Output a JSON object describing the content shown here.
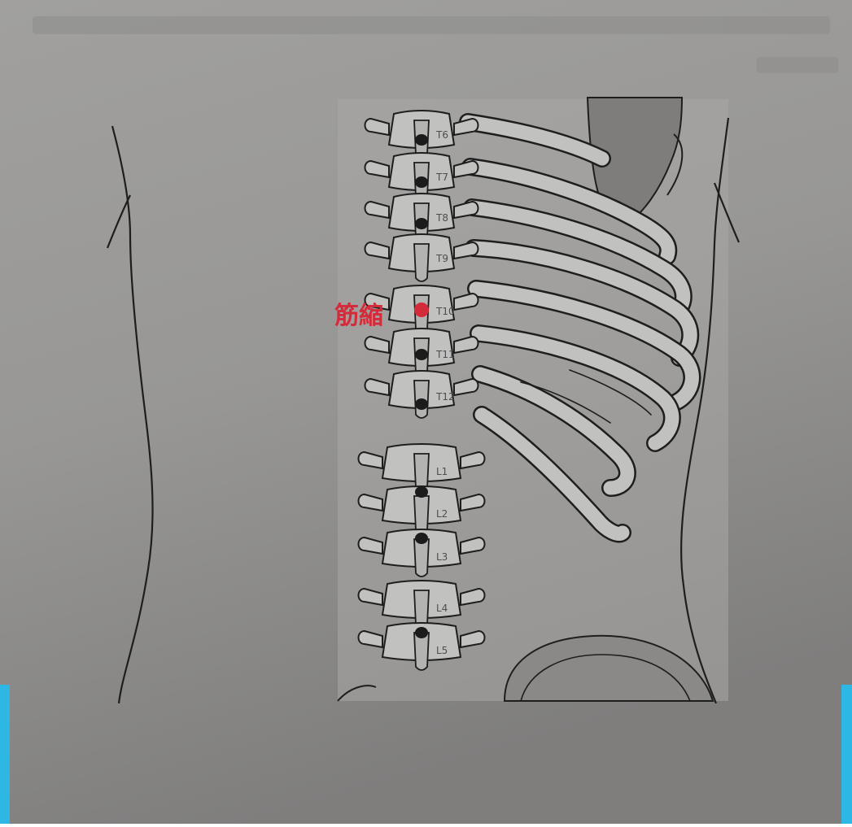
{
  "annotation": {
    "acupoint_label": "筋縮",
    "marker_color": "#d42b3a"
  },
  "vertebra_labels": [
    "T6",
    "T7",
    "T8",
    "T9",
    "T10",
    "T11",
    "T12",
    "L1",
    "L2",
    "L3",
    "L4",
    "L5"
  ],
  "colors": {
    "page": "#959493",
    "page_light": "#a4a3a1",
    "bone": "#c1c1c0",
    "bone_shadow": "#b3b3b2",
    "outline": "#1e1e1e",
    "frame_accent": "#2cb7e4"
  }
}
